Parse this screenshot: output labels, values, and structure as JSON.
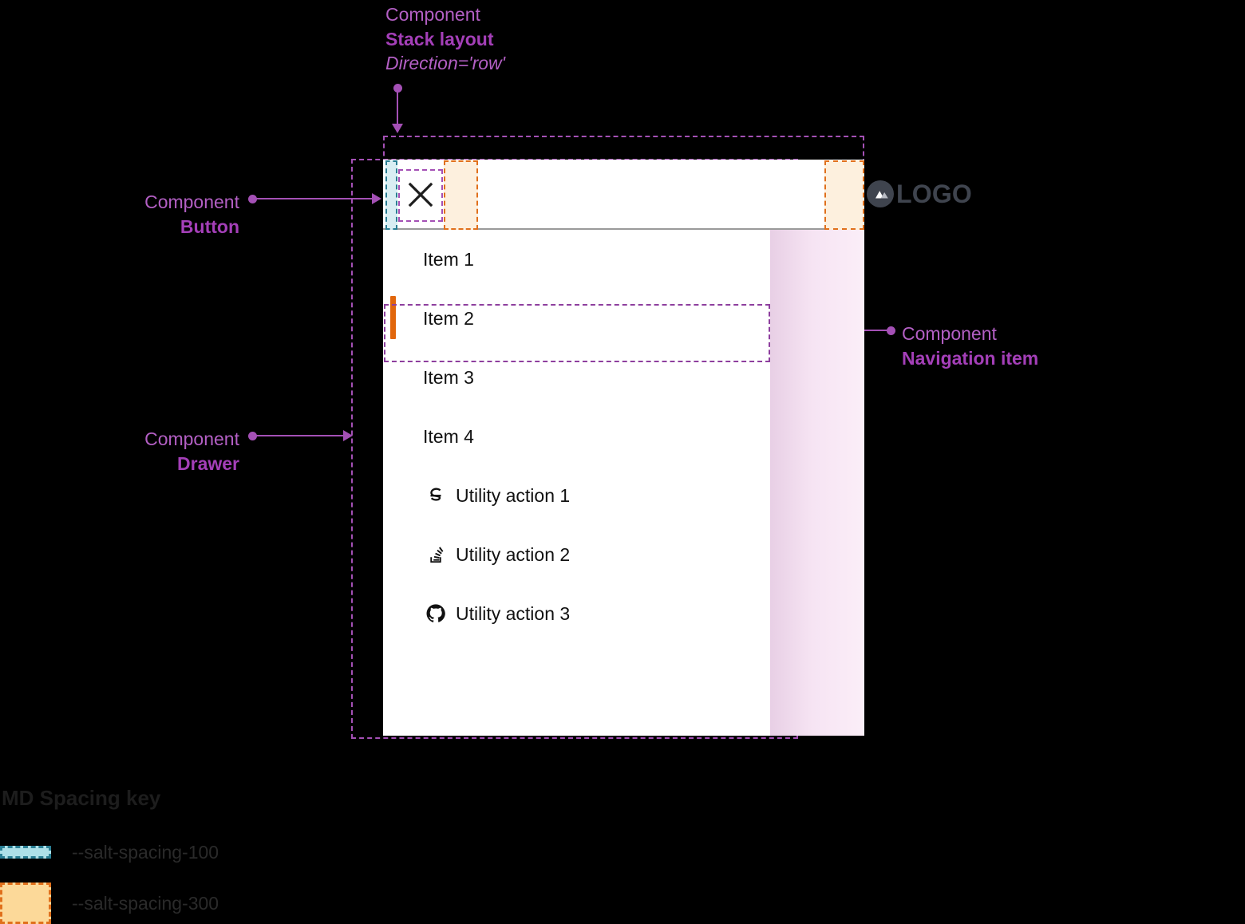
{
  "annotations": {
    "stack_layout": {
      "kind": "Component",
      "name": "Stack layout",
      "prop": "Direction='row'"
    },
    "button": {
      "kind": "Component",
      "name": "Button"
    },
    "drawer": {
      "kind": "Component",
      "name": "Drawer"
    },
    "navigation_item": {
      "kind": "Component",
      "name": "Navigation item"
    }
  },
  "drawer": {
    "header": {
      "close_icon": "close-icon",
      "logo_icon": "mountain-logo-icon",
      "logo_text": "LOGO"
    },
    "nav_items": [
      {
        "label": "Item 1",
        "selected": false
      },
      {
        "label": "Item 2",
        "selected": true
      },
      {
        "label": "Item 3",
        "selected": false
      },
      {
        "label": "Item 4",
        "selected": false
      }
    ],
    "utility_actions": [
      {
        "label": "Utility action 1",
        "icon": "salt-s-icon"
      },
      {
        "label": "Utility action 2",
        "icon": "stack-overflow-icon"
      },
      {
        "label": "Utility action 3",
        "icon": "github-icon"
      }
    ]
  },
  "legend": {
    "title": "MD Spacing key",
    "rows": [
      {
        "label": "--salt-spacing-100",
        "fill": "#ade0e8",
        "stroke": "#2a7f94"
      },
      {
        "label": "--salt-spacing-300",
        "fill": "#fcd999",
        "stroke": "#e0701c"
      }
    ]
  },
  "colors": {
    "annotation": "#a450b5",
    "selected_indicator": "#e1660c",
    "logo": "#3f444e",
    "spacing_100_fill": "#d9eef3",
    "spacing_100_stroke": "#2a7f94",
    "spacing_300_fill": "#fdf0de",
    "spacing_300_stroke": "#e0701c"
  }
}
